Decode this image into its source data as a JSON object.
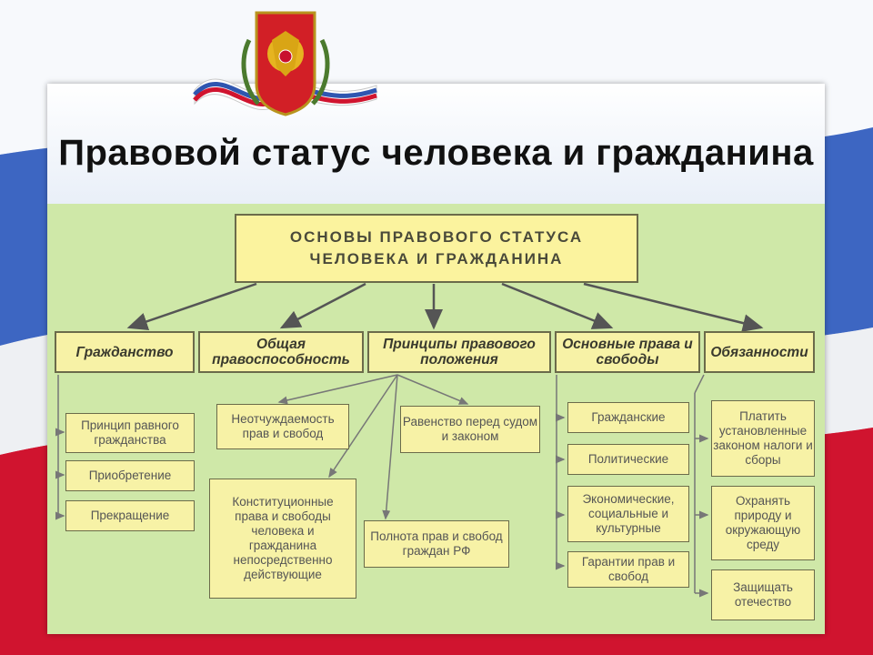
{
  "title": "Правовой статус человека и гражданина",
  "root": "ОСНОВЫ ПРАВОВОГО СТАТУСА ЧЕЛОВЕКА И ГРАЖДАНИНА",
  "categories": {
    "citizenship": "Гражданство",
    "capacity": "Общая правоспособность",
    "principles": "Принципы правового положения",
    "rights": "Основные права и свободы",
    "duties": "Обязанности"
  },
  "citizenship_items": [
    "Принцип равного гражданства",
    "Приобретение",
    "Прекращение"
  ],
  "principles_items": {
    "inalienability": "Неотчуждаемость прав и свобод",
    "equality": "Равенство перед судом и законом",
    "constitutional": "Конституционные права и свободы человека и гражданина непосредственно действующие",
    "completeness": "Полнота прав и свобод граждан РФ"
  },
  "rights_items": [
    "Гражданские",
    "Политические",
    "Экономические, социальные и культурные",
    "Гарантии прав и свобод"
  ],
  "duties_items": [
    "Платить установленные законом налоги и сборы",
    "Охранять природу и окружающую среду",
    "Защищать отечество"
  ]
}
